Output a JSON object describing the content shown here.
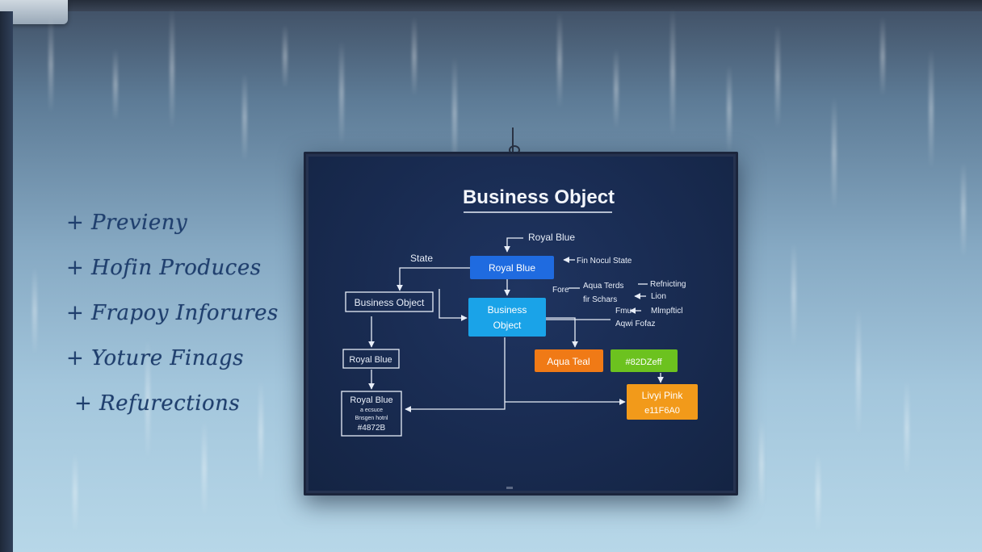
{
  "wall_notes": [
    "+ Previeny",
    "+ Hofin Produces",
    "+ Frapoy Inforures",
    "+ Yoture Finags",
    "+ Refurections"
  ],
  "board": {
    "title": "Business Object",
    "labels": {
      "top_label": "Royal Blue",
      "state_label": "State",
      "right_note_1": "Fin Nocul State",
      "fore_label": "Fore",
      "aqua_note_1": "Aqua Terds",
      "aqua_note_2": "fir Schars",
      "refr_note_1": "Refnicting",
      "refr_note_2": "Lion",
      "fmu_note_1": "Fmu",
      "fmu_note_2": "Aqwi Fofaz",
      "mmpf_note": "Mlmpfticl"
    },
    "nodes": {
      "royal_blue_top": "Royal Blue",
      "business_object_left": "Business Object",
      "business_object_center_1": "Business",
      "business_object_center_2": "Object",
      "royal_blue_small": "Royal Blue",
      "royal_blue_box_title": "Royal Blue",
      "royal_blue_box_line1": "a ecsuce",
      "royal_blue_box_line2": "Bnsgen hotnl",
      "royal_blue_box_line3": "#4872B",
      "aqua_teal": "Aqua Teal",
      "green_node": "#82DZeff",
      "pink_node_1": "Livyi Pink",
      "pink_node_2": "e11F6A0"
    }
  },
  "colors": {
    "board": "#1a2c52",
    "royal_blue": "#1f6be0",
    "cyan": "#1aa3e8",
    "orange": "#f07a16",
    "green": "#6cc21f",
    "orange_pink": "#f29a1a",
    "chalk": "#e8eef8"
  }
}
